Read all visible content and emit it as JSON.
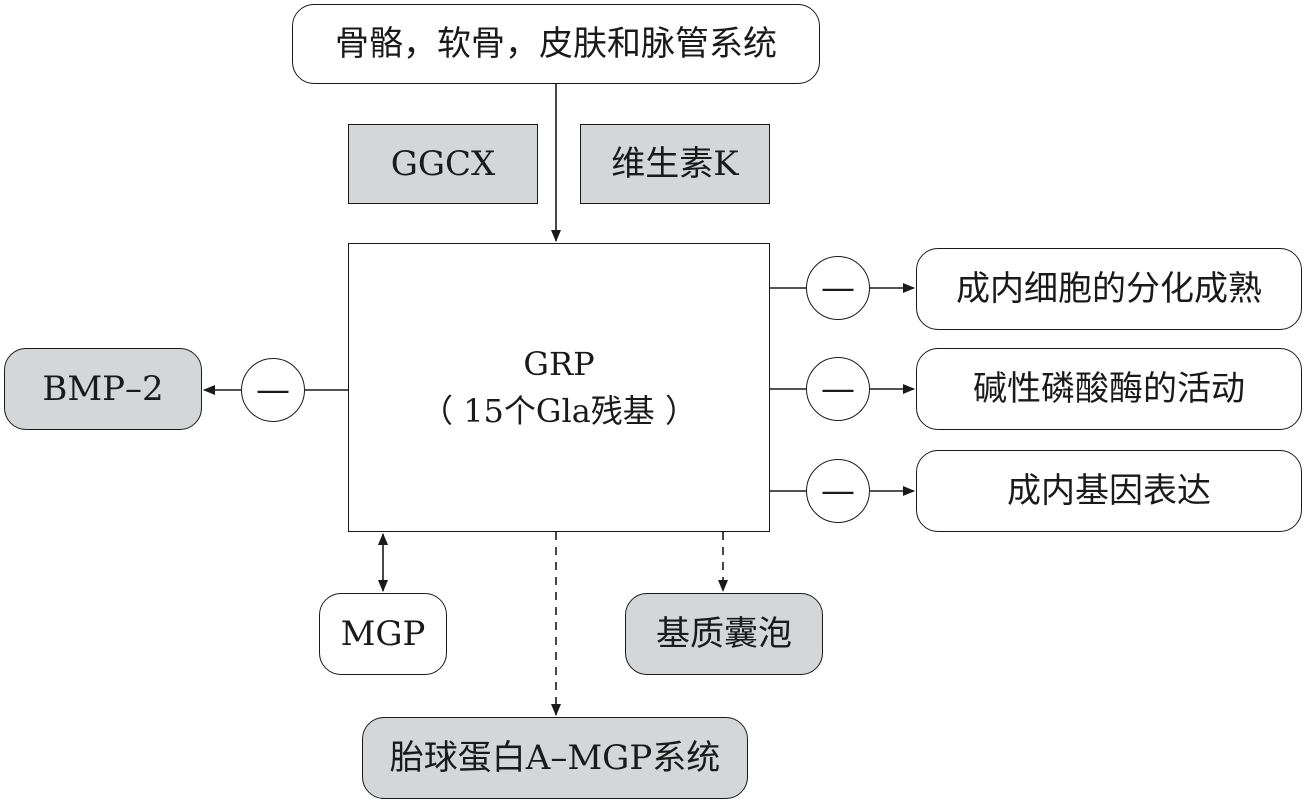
{
  "nodes": {
    "top": "骨骼，软骨，皮肤和脉管系统",
    "ggcx": "GGCX",
    "vitamin_k": "维生素K",
    "grp_title": "GRP",
    "grp_subtitle": "（ 15个Gla残基 ）",
    "bmp2": "BMP–2",
    "right_1": "成内细胞的分化成熟",
    "right_2": "碱性磷酸酶的活动",
    "right_3": "成内基因表达",
    "mgp": "MGP",
    "matrix_vesicle": "基质囊泡",
    "fetuin": "胎球蛋白A–MGP系统"
  },
  "inhibit_symbol": "—",
  "colors": {
    "shaded_fill": "#d4d6d8",
    "line": "#1a1a1a",
    "background": "#ffffff"
  }
}
